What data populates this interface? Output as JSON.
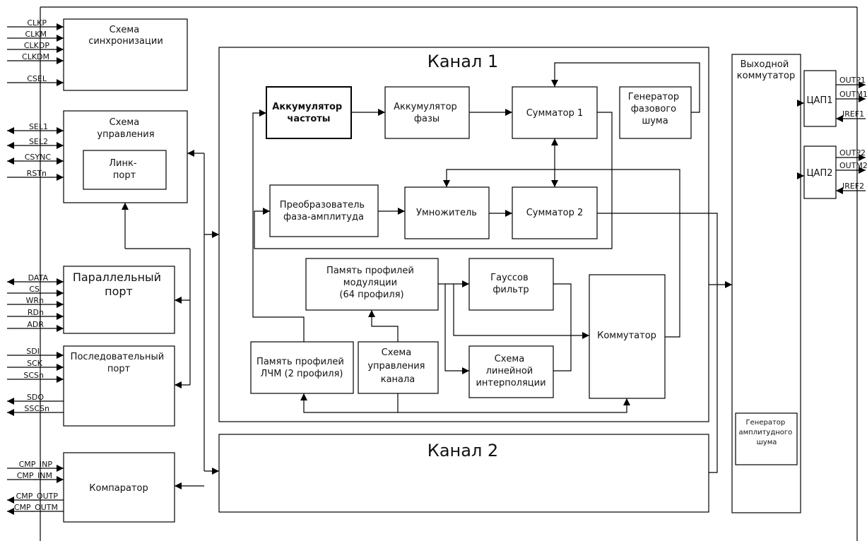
{
  "blocks": {
    "sync": [
      "Схема",
      "синхронизации"
    ],
    "control": [
      "Схема",
      "управления"
    ],
    "link_port": [
      "Линк-",
      "порт"
    ],
    "parallel_port": [
      "Параллельный",
      "порт"
    ],
    "serial_port": [
      "Последовательный",
      "порт"
    ],
    "comparator": [
      "Компаратор"
    ],
    "channel1": "Канал 1",
    "channel2": "Канал 2",
    "freq_acc": [
      "Аккумулятор",
      "частоты"
    ],
    "phase_acc": [
      "Аккумулятор",
      "фазы"
    ],
    "adder1": [
      "Сумматор 1"
    ],
    "phase_noise_gen": [
      "Генератор",
      "фазового",
      "шума"
    ],
    "phase_amp_conv": [
      "Преобразователь",
      "фаза-амплитуда"
    ],
    "multiplier": [
      "Умножитель"
    ],
    "adder2": [
      "Сумматор 2"
    ],
    "mod_profile_mem": [
      "Память профилей",
      "модуляции",
      "(64 профиля)"
    ],
    "gauss_filter": [
      "Гауссов",
      "фильтр"
    ],
    "lfm_mem": [
      "Память профилей",
      "ЛЧМ (2 профиля)"
    ],
    "channel_ctrl": [
      "Схема",
      "управления",
      "канала"
    ],
    "interp": [
      "Схема",
      "линейной",
      "интерполяции"
    ],
    "switch": [
      "Коммутатор"
    ],
    "out_switch": [
      "Выходной",
      "коммутатор"
    ],
    "amp_noise_gen": [
      "Генератор",
      "амплитудного",
      "шума"
    ],
    "dac1": "ЦАП1",
    "dac2": "ЦАП2"
  },
  "pins": {
    "sync": [
      "CLKP",
      "CLKM",
      "CLKDP",
      "CLKDM",
      "CSEL"
    ],
    "control": [
      "SEL1",
      "SEL2",
      "CSYNC",
      "RSTn"
    ],
    "parallel": [
      "DATA",
      "CS",
      "WRn",
      "RDn",
      "ADR"
    ],
    "serial": [
      "SDI",
      "SCK",
      "SCSn",
      "SDO",
      "SSCSn"
    ],
    "comparator": [
      "CMP_INP",
      "CMP_INM",
      "CMP_OUTP",
      "CMP_OUTM"
    ],
    "dac1": [
      "OUTP1",
      "OUTM1",
      "IREF1"
    ],
    "dac2": [
      "OUTP2",
      "OUTM2",
      "IREF2"
    ]
  }
}
